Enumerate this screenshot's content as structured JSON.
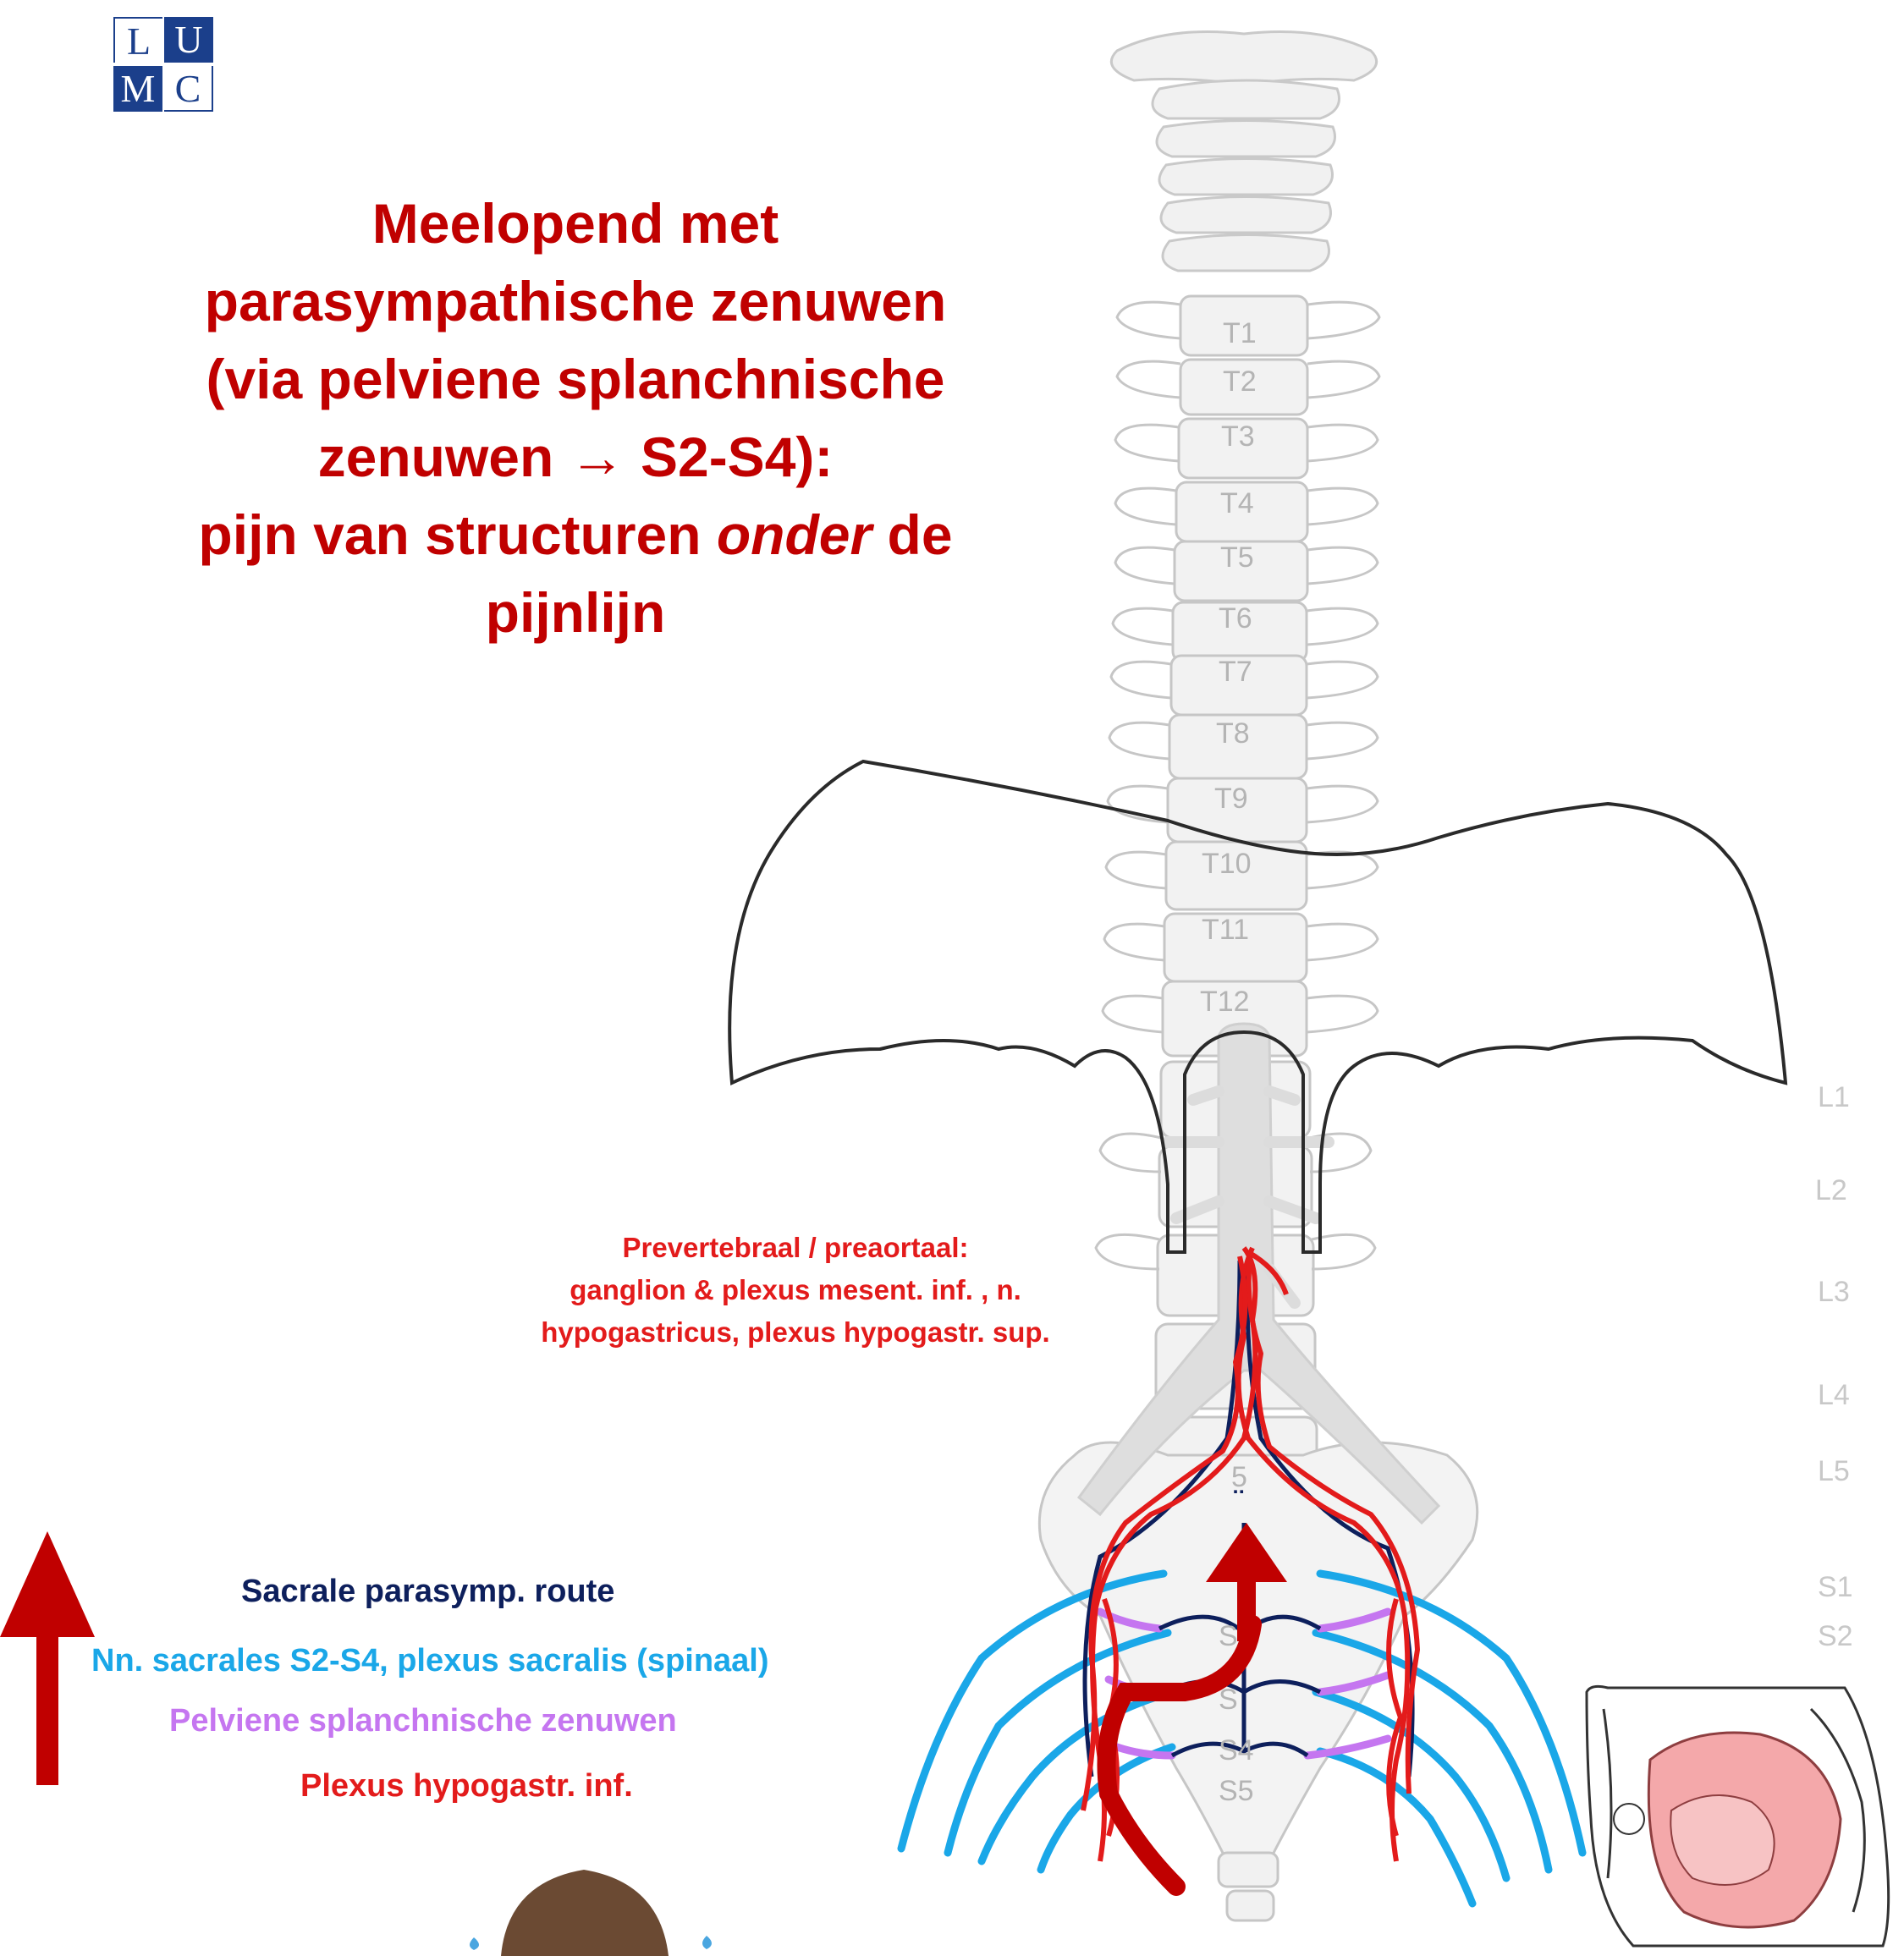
{
  "logo": {
    "l": "L",
    "u": "U",
    "m": "M",
    "c": "C"
  },
  "title": {
    "line1": "Meelopend met",
    "line2": "parasympathische zenuwen",
    "line3": "(via pelviene splanchnische",
    "line4": "zenuwen → S2-S4):",
    "line5_a": "pijn van structuren ",
    "line5_em": "onder",
    "line5_b": " de",
    "line6": "pijnlijn"
  },
  "vertebrae": {
    "thoracic": [
      "T1",
      "T2",
      "T3",
      "T4",
      "T5",
      "T6",
      "T7",
      "T8",
      "T9",
      "T10",
      "T11",
      "T12"
    ],
    "side": [
      "L1",
      "L2",
      "L3",
      "L4",
      "L5",
      "S1",
      "S2"
    ],
    "inner": [
      "5",
      "S",
      "S",
      "S4",
      "S5"
    ],
    "dots": "¨"
  },
  "prevertebral": {
    "line1": "Prevertebraal / preaortaal:",
    "line2": "ganglion & plexus mesent. inf. , n.",
    "line3": "hypogastricus, plexus hypogastr. sup."
  },
  "legend": {
    "route": "Sacrale parasymp. route",
    "sacral": "Nn. sacrales S2-S4, plexus sacralis (spinaal)",
    "pelvic": "Pelviene splanchnische zenuwen",
    "hypogastric": "Plexus hypogastr. inf."
  },
  "colors": {
    "title": "#c00000",
    "route": "#0d1f5c",
    "sacral": "#1aa7e8",
    "pelvic": "#c576f0",
    "hypogastric": "#e31b1b",
    "arrow": "#c00000",
    "logo": "#1b3f8b"
  }
}
